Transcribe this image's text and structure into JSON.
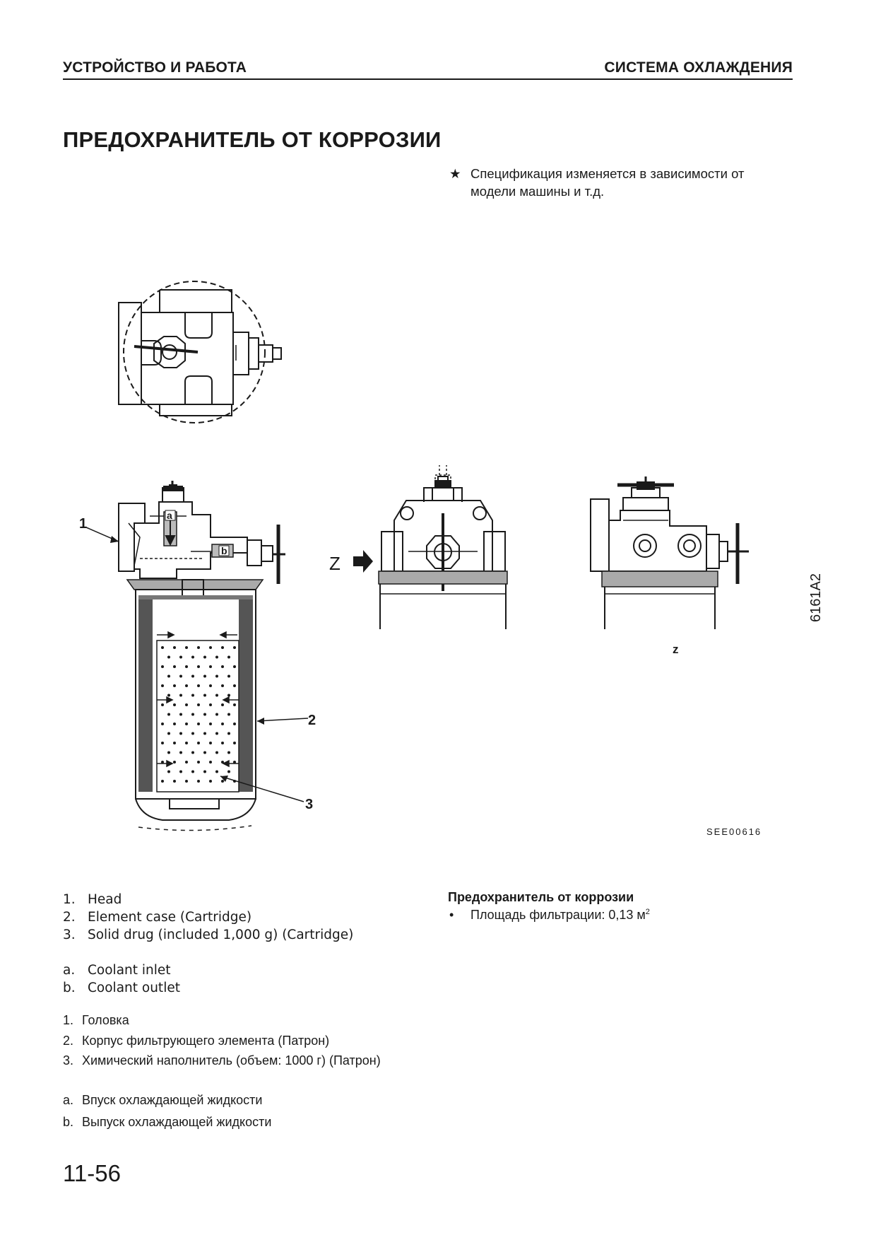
{
  "header": {
    "left": "УСТРОЙСТВО И РАБОТА",
    "right": "СИСТЕМА ОХЛАЖДЕНИЯ"
  },
  "title": "ПРЕДОХРАНИТЕЛЬ ОТ КОРРОЗИИ",
  "note": {
    "symbol": "★",
    "text": "Спецификация изменяется в зависимости от модели машины и т.д."
  },
  "figure": {
    "callouts": [
      "1",
      "2",
      "3"
    ],
    "port_labels": [
      "a",
      "b"
    ],
    "view_marker": "Z",
    "view_label": "z",
    "code": "SEE00616",
    "side_code": "6161A2"
  },
  "legend_en": [
    {
      "num": "1.",
      "text": "Head"
    },
    {
      "num": "2.",
      "text": "Element case (Cartridge)"
    },
    {
      "num": "3.",
      "text": "Solid drug (included 1,000 g) (Cartridge)"
    },
    {
      "num": "a.",
      "text": "Coolant inlet"
    },
    {
      "num": "b.",
      "text": "Coolant outlet"
    }
  ],
  "legend_ru": [
    {
      "num": "1.",
      "text": "Головка"
    },
    {
      "num": "2.",
      "text": "Корпус фильтрующего элемента (Патрон)"
    },
    {
      "num": "3.",
      "text": "Химический наполнитель (объем: 1000 г) (Патрон)"
    },
    {
      "num": "a.",
      "text": "Впуск охлаждающей жидкости"
    },
    {
      "num": "b.",
      "text": "Выпуск охлаждающей жидкости"
    }
  ],
  "spec": {
    "title": "Предохранитель от коррозии",
    "bullet": "•",
    "text": "Площадь фильтрации: 0,13 м",
    "unit_sup": "2"
  },
  "page_number": "11-56"
}
